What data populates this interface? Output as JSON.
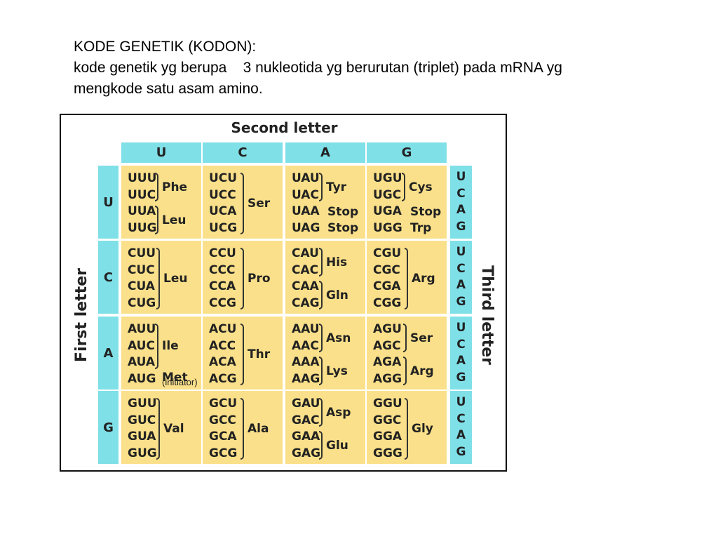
{
  "heading": {
    "line1": "KODE GENETIK (KODON):",
    "line2": "kode genetik yg berupa    3 nukleotida yg berurutan (triplet) pada mRNA yg",
    "line3": "mengkode satu asam amino."
  },
  "table": {
    "second_letter_label": "Second letter",
    "first_letter_label": "First letter",
    "third_letter_label": "Third letter",
    "columns": [
      "U",
      "C",
      "A",
      "G"
    ],
    "rows": [
      "U",
      "C",
      "A",
      "G"
    ],
    "third_letters": [
      "U",
      "C",
      "A",
      "G"
    ],
    "cells": [
      [
        {
          "codons": [
            "UUU",
            "UUC",
            "UUA",
            "UUG"
          ],
          "aa": [
            "Phe",
            "Leu"
          ]
        },
        {
          "codons": [
            "UCU",
            "UCC",
            "UCA",
            "UCG"
          ],
          "aa": [
            "Ser"
          ]
        },
        {
          "codons": [
            "UAU",
            "UAC",
            "UAA",
            "UAG"
          ],
          "aa": [
            "Tyr",
            "Stop",
            "Stop"
          ]
        },
        {
          "codons": [
            "UGU",
            "UGC",
            "UGA",
            "UGG"
          ],
          "aa": [
            "Cys",
            "Stop",
            "Trp"
          ]
        }
      ],
      [
        {
          "codons": [
            "CUU",
            "CUC",
            "CUA",
            "CUG"
          ],
          "aa": [
            "Leu"
          ]
        },
        {
          "codons": [
            "CCU",
            "CCC",
            "CCA",
            "CCG"
          ],
          "aa": [
            "Pro"
          ]
        },
        {
          "codons": [
            "CAU",
            "CAC",
            "CAA",
            "CAG"
          ],
          "aa": [
            "His",
            "Gln"
          ]
        },
        {
          "codons": [
            "CGU",
            "CGC",
            "CGA",
            "CGG"
          ],
          "aa": [
            "Arg"
          ]
        }
      ],
      [
        {
          "codons": [
            "AUU",
            "AUC",
            "AUA",
            "AUG"
          ],
          "aa": [
            "Ile",
            "Met"
          ],
          "note": "(initiator)"
        },
        {
          "codons": [
            "ACU",
            "ACC",
            "ACA",
            "ACG"
          ],
          "aa": [
            "Thr"
          ]
        },
        {
          "codons": [
            "AAU",
            "AAC",
            "AAA",
            "AAG"
          ],
          "aa": [
            "Asn",
            "Lys"
          ]
        },
        {
          "codons": [
            "AGU",
            "AGC",
            "AGA",
            "AGG"
          ],
          "aa": [
            "Ser",
            "Arg"
          ]
        }
      ],
      [
        {
          "codons": [
            "GUU",
            "GUC",
            "GUA",
            "GUG"
          ],
          "aa": [
            "Val"
          ]
        },
        {
          "codons": [
            "GCU",
            "GCC",
            "GCA",
            "GCG"
          ],
          "aa": [
            "Ala"
          ]
        },
        {
          "codons": [
            "GAU",
            "GAC",
            "GAA",
            "GAG"
          ],
          "aa": [
            "Asp",
            "Glu"
          ]
        },
        {
          "codons": [
            "GGU",
            "GGC",
            "GGA",
            "GGG"
          ],
          "aa": [
            "Gly"
          ]
        }
      ]
    ],
    "colors": {
      "header": "#7fe0e8",
      "cell": "#fae08a"
    }
  }
}
